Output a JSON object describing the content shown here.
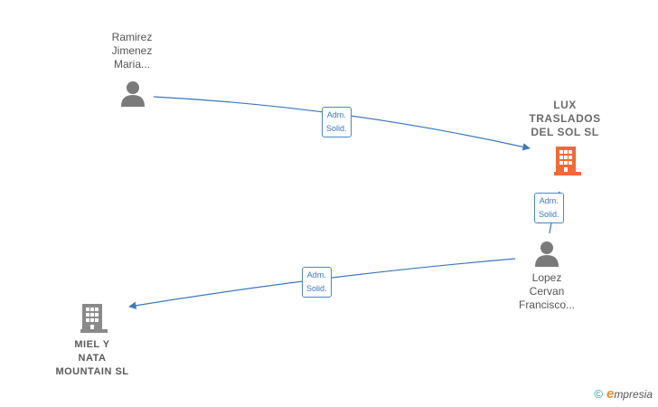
{
  "nodes": {
    "ramirez": {
      "label": "Ramirez\nJimenez\nMaria..."
    },
    "lux": {
      "label": "LUX\nTRASLADOS\nDEL SOL SL"
    },
    "lopez": {
      "label": "Lopez\nCervan\nFrancisco..."
    },
    "miel": {
      "label": "MIEL Y\nNATA\nMOUNTAIN SL"
    }
  },
  "edges": {
    "ramirez_lux": {
      "label": "Adm.\nSolid."
    },
    "lopez_lux": {
      "label": "Adm.\nSolid."
    },
    "lopez_miel": {
      "label": "Adm.\nSolid."
    }
  },
  "brand": {
    "copyright": "©",
    "e": "e",
    "rest": "mpresia"
  },
  "colors": {
    "edge": "#3a78c0",
    "person": "#7a7a7a",
    "main_company": "#f26a35",
    "company": "#8a8a8a"
  }
}
